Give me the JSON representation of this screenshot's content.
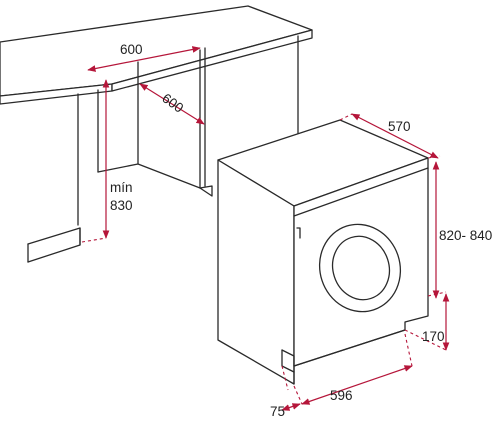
{
  "labels": {
    "counter_width": "600",
    "counter_depth": "600",
    "min_height_line1": "mín",
    "min_height_line2": "830",
    "machine_depth": "570",
    "machine_height": "820- 840",
    "plinth_height": "170",
    "machine_width": "596",
    "plinth_setback": "75"
  },
  "colors": {
    "dimension": "#b5163a",
    "outline": "#2a2a2a",
    "text": "#222222"
  }
}
